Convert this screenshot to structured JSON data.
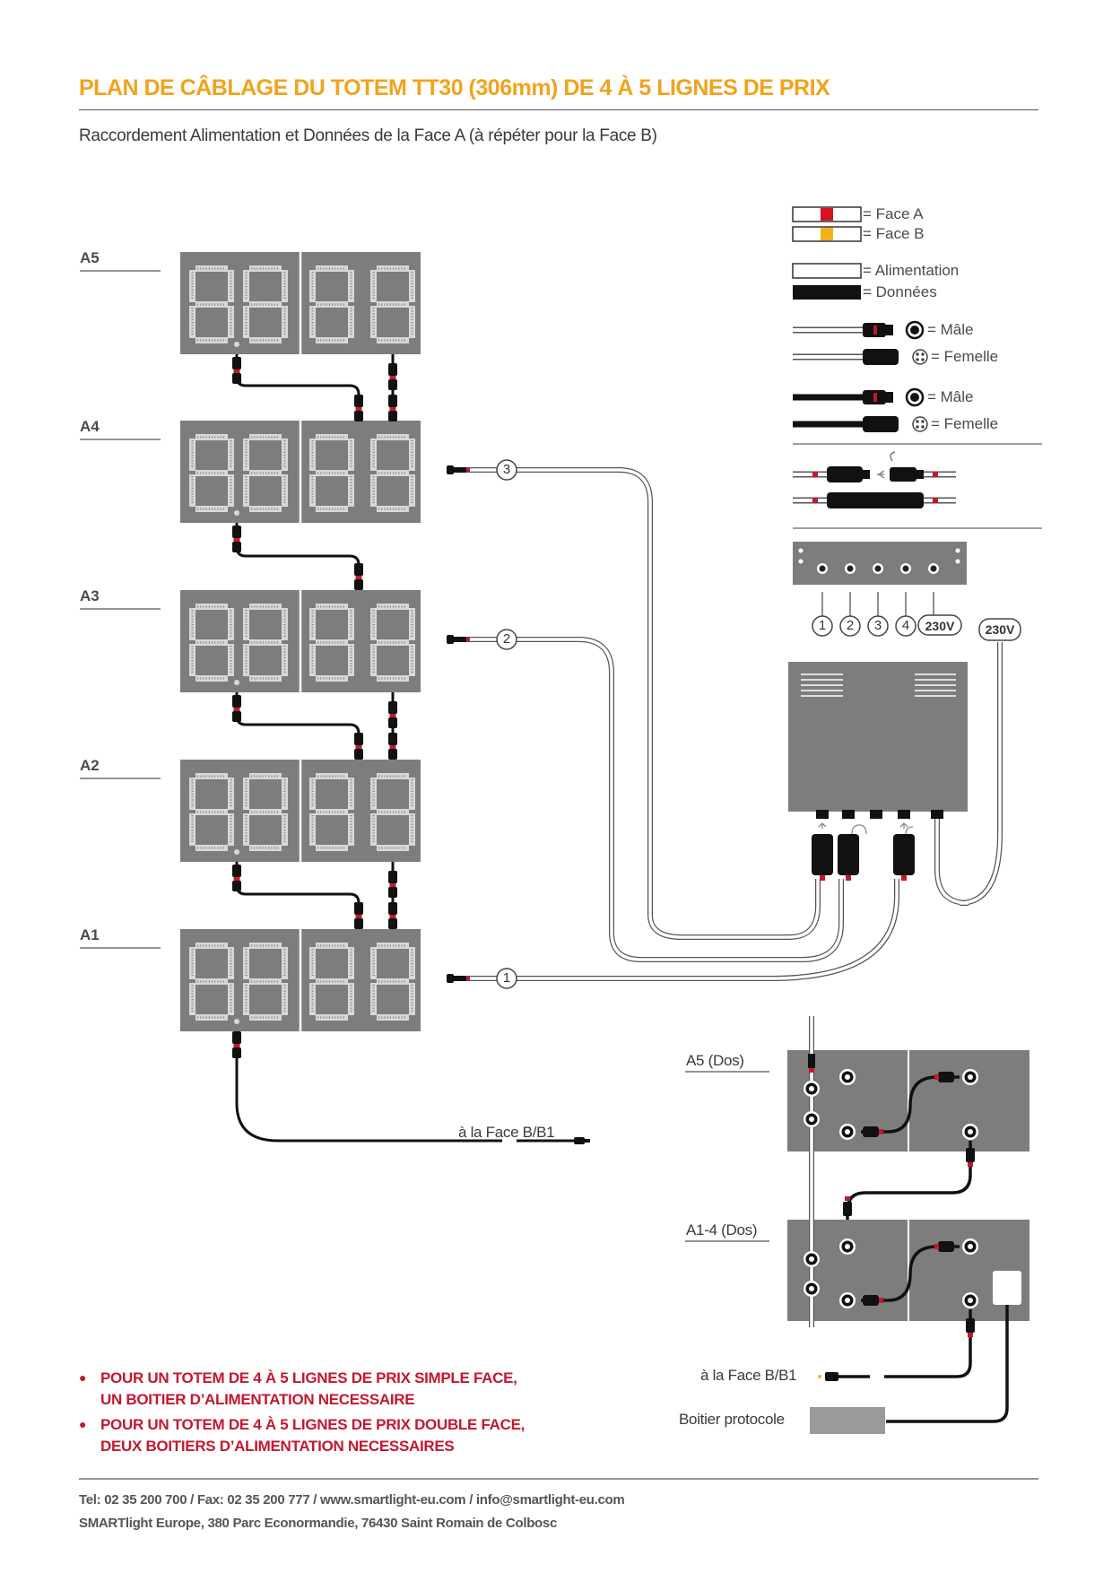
{
  "header": {
    "title": "PLAN DE CÂBLAGE DU TOTEM TT30 (306mm) DE 4 À 5 LIGNES DE PRIX",
    "subtitle": "Raccordement Alimentation et Données de la Face A (à répéter pour la Face B)"
  },
  "rows": [
    {
      "label": "A5"
    },
    {
      "label": "A4"
    },
    {
      "label": "A3"
    },
    {
      "label": "A2"
    },
    {
      "label": "A1"
    }
  ],
  "connections": {
    "numbers": [
      "3",
      "2",
      "1"
    ],
    "to_face_b": "à la Face B/B1"
  },
  "legend": {
    "face_a": "= Face A",
    "face_b": "= Face B",
    "alimentation": "= Alimentation",
    "donnees": "= Données",
    "male_1": "= Mâle",
    "femelle_1": "= Femelle",
    "male_2": "= Mâle",
    "femelle_2": "= Femelle",
    "colors": {
      "face_a": "#d4151f",
      "face_b": "#f3b21b"
    }
  },
  "power_box": {
    "terminals": [
      "1",
      "2",
      "3",
      "4",
      "230V"
    ],
    "plug_label": "230V"
  },
  "back_view": {
    "a5_label": "A5 (Dos)",
    "a14_label": "A1-4 (Dos)",
    "to_face_b": "à la Face B/B1",
    "protocol_box": "Boitier protocole"
  },
  "notes": [
    {
      "line1": "POUR UN TOTEM DE 4 À 5 LIGNES DE PRIX SIMPLE FACE,",
      "line2": "UN BOITIER D’ALIMENTATION NECESSAIRE"
    },
    {
      "line1": "POUR UN TOTEM DE 4 À 5 LIGNES DE PRIX DOUBLE FACE,",
      "line2": "DEUX BOITIERS D’ALIMENTATION NECESSAIRES"
    }
  ],
  "footer": {
    "line1": "Tel: 02 35 200 700  /  Fax: 02 35 200 777 / www.smartlight-eu.com / info@smartlight-eu.com",
    "line2": "SMARTlight Europe, 380 Parc Econormandie, 76430 Saint Romain de Colbosc"
  }
}
